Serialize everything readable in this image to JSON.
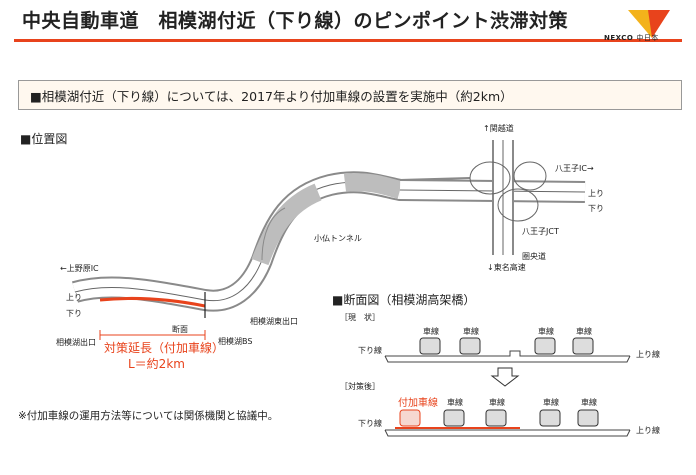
{
  "header": {
    "title": "中央自動車道　相模湖付近（下り線）のピンポイント渋滞対策",
    "logo_text": "NEXCO",
    "logo_subtext": "中日本",
    "accent_color": "#e8431c"
  },
  "banner": {
    "text": "■相模湖付近（下り線）については、2017年より付加車線の設置を実施中（約2km）"
  },
  "location_map": {
    "section_title": "■位置図",
    "labels": {
      "ueno_hara_ic": "←上野原IC",
      "nobori_left": "上り",
      "kudari_left": "下り",
      "sagamiko_exit": "相模湖出口",
      "danmen": "断面",
      "sagamiko_east_exit": "相模湖東出口",
      "sagamiko_bs": "相模湖BS",
      "kobotoke_tunnel": "小仏トンネル",
      "kanetsu": "↑関越道",
      "hachioji_ic": "八王子IC→",
      "nobori_right": "上り",
      "kudari_right": "下り",
      "hachioji_jct": "八王子JCT",
      "ken_o_do": "圏央道",
      "tomei": "↓東名高速"
    },
    "countermeasure_line1": "対策延長（付加車線）",
    "countermeasure_line2": "L＝約2km"
  },
  "cross_section": {
    "section_title": "■断面図（相模湖高架橋）",
    "current_label": "［現　状］",
    "after_label": "［対策後］",
    "kudari": "下り線",
    "nobori": "上り線",
    "lane": "車線",
    "added_lane": "付加車線"
  },
  "footnote": "※付加車線の運用方法等については関係機関と協議中。"
}
